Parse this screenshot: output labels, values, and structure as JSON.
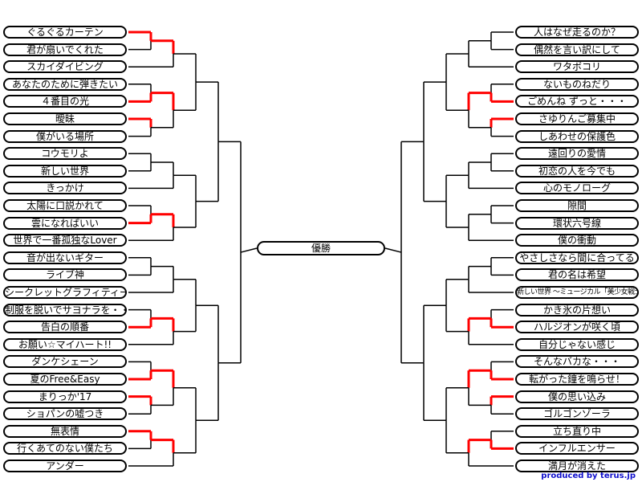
{
  "final": {
    "label": "優勝"
  },
  "credit": "produced by terus.jp",
  "colors": {
    "winner_line": "#ff0000",
    "line": "#000000",
    "credit": "#1010cc"
  },
  "left_entries": [
    "ぐるぐるカーテン",
    "君が扇いでくれた",
    "スカイダイビング",
    "あなたのために弾きたい",
    "４番目の光",
    "曖昧",
    "僕がいる場所",
    "コウモリよ",
    "新しい世界",
    "きっかけ",
    "太陽に口説かれて",
    "雲になればいい",
    "世界で一番孤独なLover",
    "音が出ないギター",
    "ライブ神",
    "シークレットグラフィティー",
    "制服を脱いでサヨナラを・・・",
    "告白の順番",
    "お願い☆マイハート!!",
    "ダンケシェーン",
    "夏のFree&Easy",
    "まりっか'17",
    "ショパンの嘘つき",
    "無表情",
    "行くあてのない僕たち",
    "アンダー"
  ],
  "right_entries": [
    "人はなぜ走るのか？",
    "偶然を言い訳にして",
    "ワタボコリ",
    "ないものねだり",
    "ごめんね ずっと・・・",
    "さゆりんご募集中",
    "しあわせの保護色",
    "遠回りの愛情",
    "初恋の人を今でも",
    "心のモノローグ",
    "隙間",
    "環状六号線",
    "僕の衝動",
    "やさしさなら間に合ってる",
    "君の名は希望",
    "新しい世界 ～ミュージカル「美少女戦士」より～",
    "かき氷の片想い",
    "ハルジオンが咲く頃",
    "自分じゃない感じ",
    "そんなバカな・・・",
    "転がった鐘を鳴らせ！",
    "僕の思い込み",
    "ゴルゴンゾーラ",
    "立ち直り中",
    "インフルエンサー",
    "満月が消えた"
  ]
}
